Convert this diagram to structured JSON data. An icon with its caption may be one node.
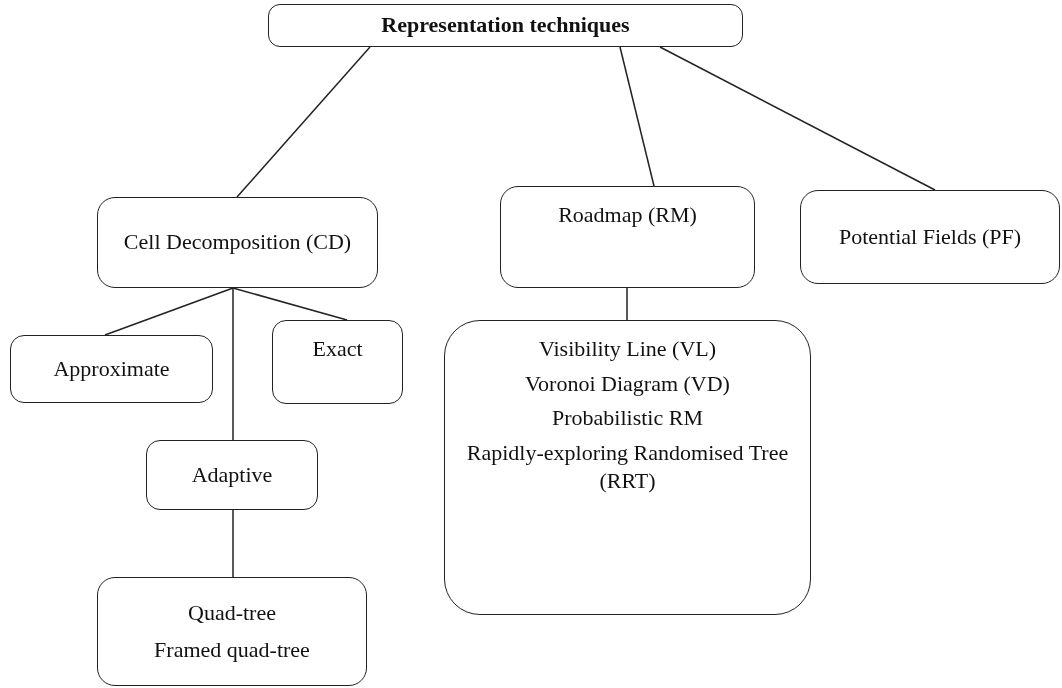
{
  "diagram": {
    "nodes": [
      {
        "text": [
          "Representation techniques"
        ]
      },
      {
        "text": [
          "Cell Decomposition (CD)"
        ]
      },
      {
        "text": [
          "Roadmap (RM)"
        ]
      },
      {
        "text": [
          "Potential Fields (PF)"
        ]
      },
      {
        "text": [
          "Approximate"
        ]
      },
      {
        "text": [
          "Exact"
        ]
      },
      {
        "text": [
          "Adaptive"
        ]
      },
      {
        "text": [
          "Quad-tree",
          "Framed quad-tree"
        ]
      },
      {
        "text": [
          "Visibility Line (VL)",
          "Voronoi Diagram (VD)",
          "Probabilistic RM",
          "Rapidly-exploring Randomised Tree (RRT)"
        ]
      }
    ],
    "edges": [
      {
        "from": 0,
        "to": 1,
        "arrow": "none"
      },
      {
        "from": 0,
        "to": 2,
        "arrow": "none"
      },
      {
        "from": 0,
        "to": 3,
        "arrow": "none"
      },
      {
        "from": 1,
        "to": 4,
        "arrow": "none"
      },
      {
        "from": 1,
        "to": 5,
        "arrow": "none"
      },
      {
        "from": 1,
        "to": 6,
        "arrow": "none"
      },
      {
        "from": 6,
        "to": 7,
        "arrow": "none"
      },
      {
        "from": 2,
        "to": 8,
        "arrow": "none"
      }
    ]
  }
}
